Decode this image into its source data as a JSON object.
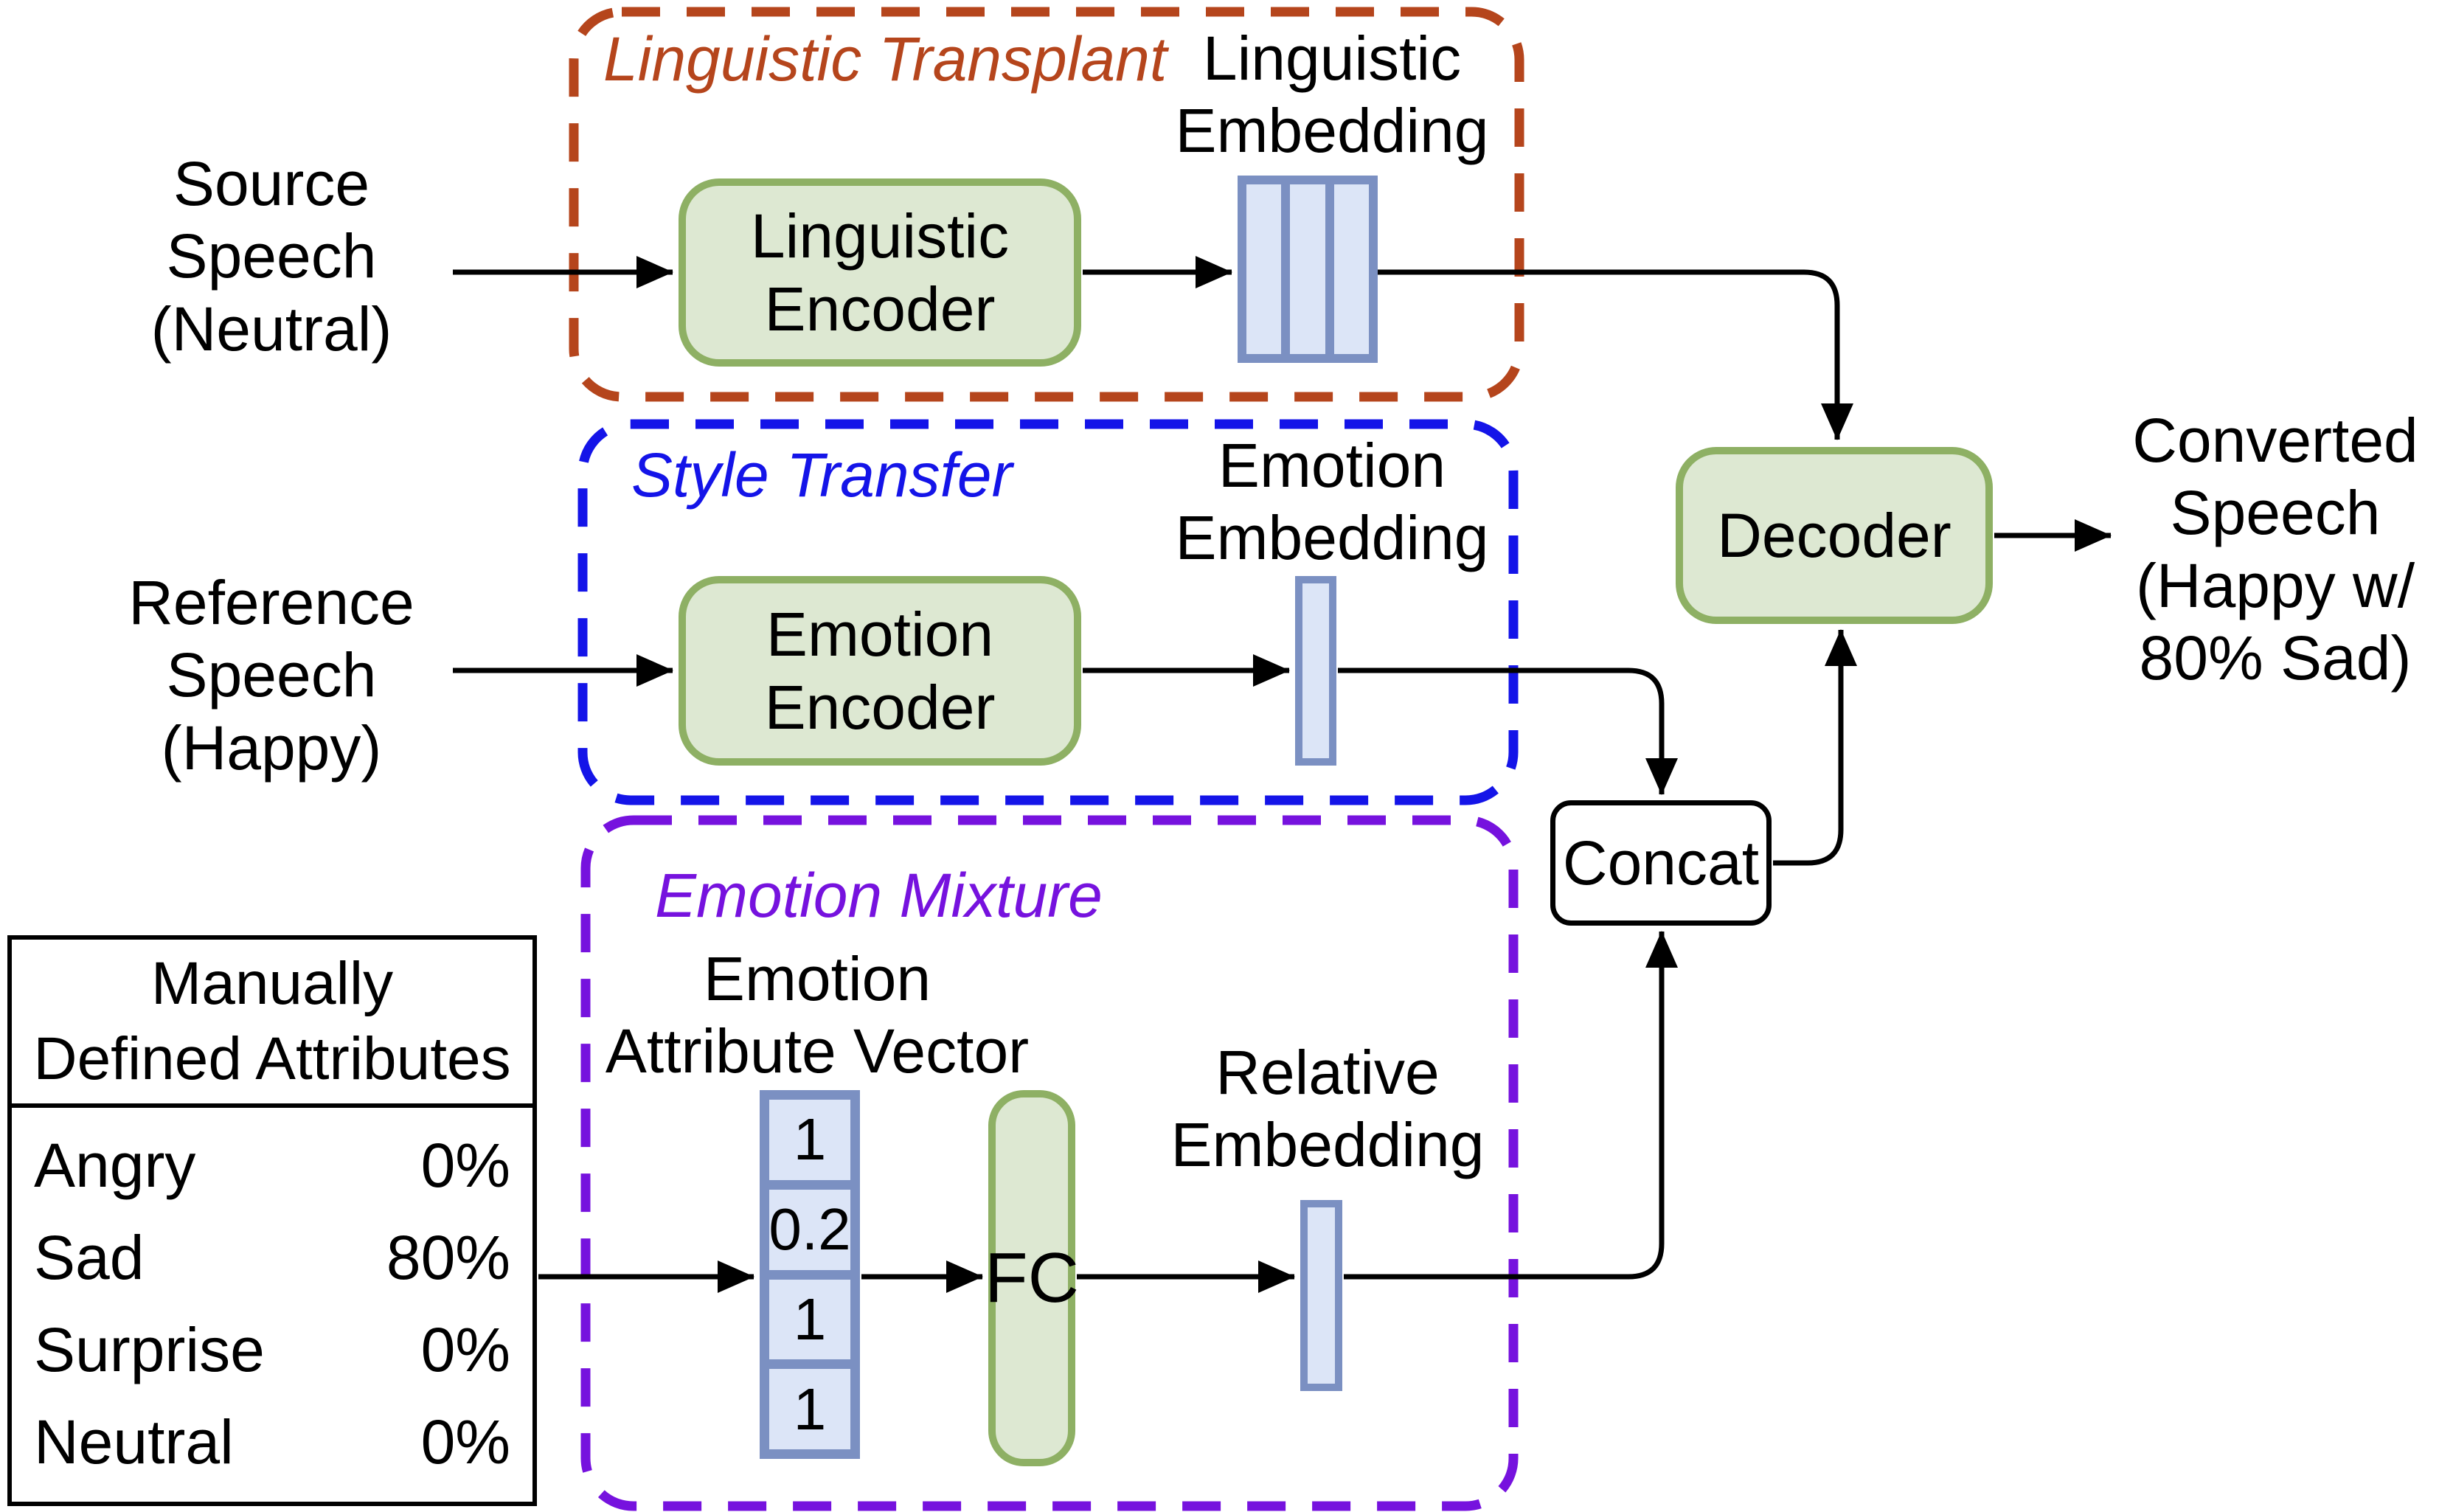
{
  "figure": {
    "colors": {
      "group_linguistic": "#B5451C",
      "group_style": "#1414E8",
      "group_mixture": "#7612DE",
      "box_fill_green": "#DDE8D2",
      "box_border_green": "#8EB064",
      "bar_fill_blue": "#DCE5F7",
      "bar_border_blue": "#7B90C2",
      "arrow": "#000000"
    }
  },
  "groups": {
    "linguistic_transplant": {
      "label": "Linguistic Transplant"
    },
    "style_transfer": {
      "label": "Style Transfer"
    },
    "emotion_mixture": {
      "label": "Emotion Mixture"
    }
  },
  "nodes": {
    "source_speech": "Source\nSpeech\n(Neutral)",
    "reference_speech": "Reference\nSpeech\n(Happy)",
    "linguistic_encoder": "Linguistic\nEncoder",
    "emotion_encoder": "Emotion\nEncoder",
    "linguistic_embedding": "Linguistic\nEmbedding",
    "emotion_embedding": "Emotion\nEmbedding",
    "relative_embedding": "Relative\nEmbedding",
    "emotion_attribute_vector": "Emotion\nAttribute Vector",
    "fc": "FC",
    "concat": "Concat",
    "decoder": "Decoder",
    "converted_speech": "Converted\nSpeech\n(Happy w/\n80% Sad)"
  },
  "attribute_table": {
    "title": "Manually\nDefined Attributes",
    "rows": [
      {
        "label": "Angry",
        "value": "0%"
      },
      {
        "label": "Sad",
        "value": "80%"
      },
      {
        "label": "Surprise",
        "value": "0%"
      },
      {
        "label": "Neutral",
        "value": "0%"
      }
    ]
  },
  "vector": {
    "values": [
      "1",
      "0.2",
      "1",
      "1"
    ]
  }
}
